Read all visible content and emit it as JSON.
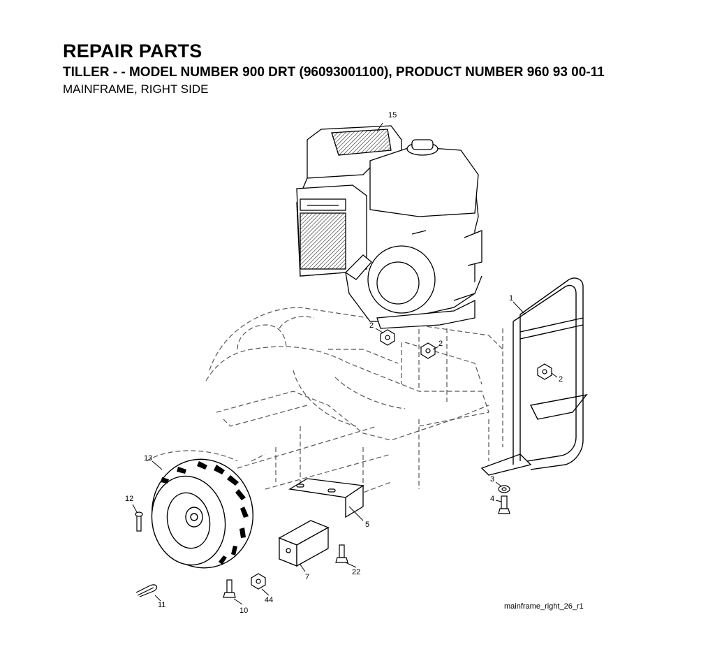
{
  "header": {
    "title": "REPAIR PARTS",
    "subtitle": "TILLER - - MODEL NUMBER 900 DRT (96093001100), PRODUCT NUMBER 960 93 00-11",
    "section": "MAINFRAME, RIGHT SIDE"
  },
  "diagram": {
    "filename": "mainframe_right_26_r1",
    "callouts": {
      "c15": "15",
      "c1": "1",
      "c2a": "2",
      "c2b": "2",
      "c2c": "2",
      "c3": "3",
      "c4": "4",
      "c5": "5",
      "c7": "7",
      "c10": "10",
      "c11": "11",
      "c12": "12",
      "c13": "13",
      "c22": "22",
      "c44": "44"
    }
  }
}
